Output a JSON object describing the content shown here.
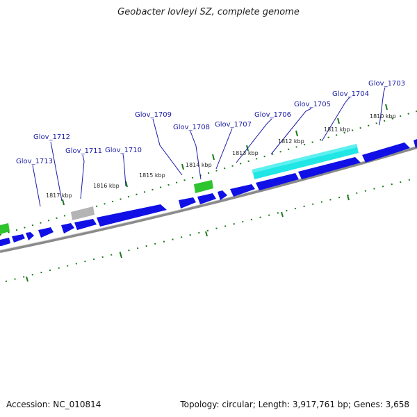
{
  "title": "Geobacter lovleyi SZ, complete genome",
  "accession_label": "Accession: NC_010814",
  "topology_label": "Topology: circular; Length: 3,917,761 bp; Genes: 3,658",
  "colors": {
    "forward_gene": "#1010e6",
    "rna": "#2ec42e",
    "pseudogene": "#b4b4b4",
    "highlight": "#20e6e6",
    "backbone": "#8a8a8a",
    "ticks": "#1a7a1a",
    "label": "#1a1aa6"
  },
  "kbp_ticks": [
    {
      "text": "1817 kbp"
    },
    {
      "text": "1816 kbp"
    },
    {
      "text": "1815 kbp"
    },
    {
      "text": "1814 kbp"
    },
    {
      "text": "1813 kbp"
    },
    {
      "text": "1812 kbp"
    },
    {
      "text": "1811 kbp"
    },
    {
      "text": "1810 kbp"
    }
  ],
  "gene_labels": [
    {
      "text": "Glov_1713"
    },
    {
      "text": "Glov_1712"
    },
    {
      "text": "Glov_1711"
    },
    {
      "text": "Glov_1710"
    },
    {
      "text": "Glov_1709"
    },
    {
      "text": "Glov_1708"
    },
    {
      "text": "Glov_1707"
    },
    {
      "text": "Glov_1706"
    },
    {
      "text": "Glov_1705"
    },
    {
      "text": "Glov_1704"
    },
    {
      "text": "Glov_1703"
    }
  ]
}
